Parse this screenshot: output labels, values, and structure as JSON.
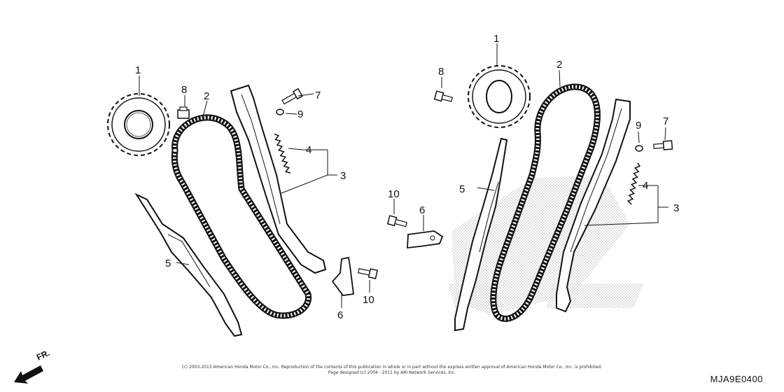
{
  "callouts_left": [
    "1",
    "8",
    "2",
    "7",
    "9",
    "4",
    "3",
    "5",
    "6",
    "10"
  ],
  "callouts_right": [
    "1",
    "8",
    "2",
    "9",
    "7",
    "5",
    "4",
    "3",
    "10",
    "6"
  ],
  "front_label": "FR.",
  "copyright_line1": "(c) 2003-2013 American Honda Motor Co., Inc. Reproduction of the contents of this publication in whole or in part without the express written approval of American Honda Motor Co., Inc. is prohibited.",
  "copyright_line2": "Page designed (c) 2004 - 2011 by ARI Network Services, Inc.",
  "diagram_code": "MJA9E0400"
}
